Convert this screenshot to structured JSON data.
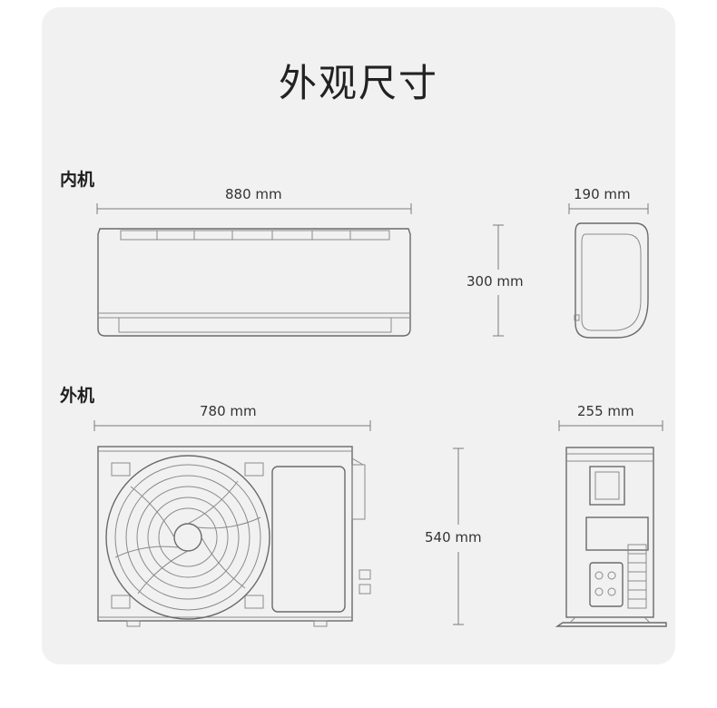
{
  "title": "外观尺寸",
  "indoor": {
    "label": "内机",
    "width": "880 mm",
    "height": "300 mm",
    "depth": "190 mm"
  },
  "outdoor": {
    "label": "外机",
    "width": "780 mm",
    "height": "540 mm",
    "depth": "255 mm"
  },
  "colors": {
    "background": "#f1f1f1",
    "line": "#6a6a6a",
    "text": "#222222"
  }
}
